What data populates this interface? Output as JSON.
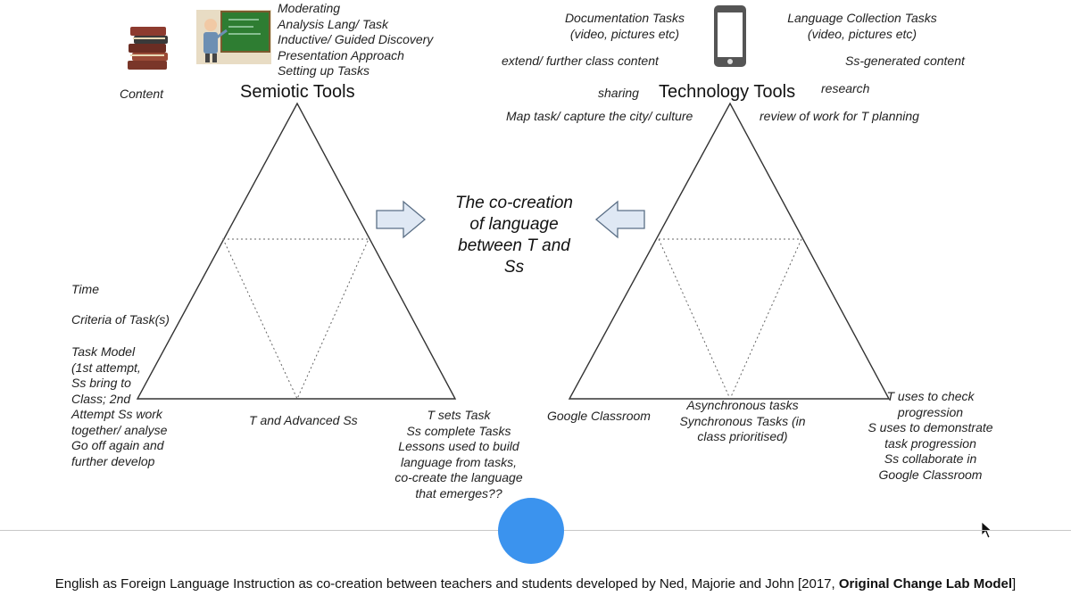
{
  "left": {
    "title": "Semiotic Tools",
    "content_label": "Content",
    "teacher_list": "Moderating\nAnalysis Lang/ Task\nInductive/ Guided Discovery\nPresentation Approach\nSetting up Tasks",
    "left_side": {
      "time": "Time",
      "criteria": "Criteria of Task(s)",
      "task_model": "Task Model\n(1st attempt,\nSs bring to\nClass; 2nd\nAttempt Ss work\ntogether/ analyse\nGo off again and\nfurther develop"
    },
    "bottom_middle": "T and Advanced Ss",
    "bottom_right": "T sets Task\nSs complete Tasks\nLessons used to build\nlanguage from tasks,\nco-create the language\nthat emerges??"
  },
  "center": {
    "text": "The co-creation\nof language\nbetween T and\nSs"
  },
  "right": {
    "title": "Technology Tools",
    "documentation": "Documentation Tasks\n(video, pictures etc)",
    "language_collection": "Language Collection Tasks\n(video, pictures etc)",
    "extend": "extend/ further class content",
    "ss_generated": "Ss-generated content",
    "sharing": "sharing",
    "research": "research",
    "map_task": "Map task/ capture the city/ culture",
    "review": "review of work for T planning",
    "google_classroom": "Google Classroom",
    "async": "Asynchronous tasks\nSynchronous Tasks (in\nclass prioritised)",
    "t_uses": "T uses to check\nprogression\nS uses to demonstrate\ntask progression\nSs collaborate in\nGoogle Classroom"
  },
  "caption": {
    "text": "English as Foreign Language Instruction as co-creation between teachers and students developed by Ned, Majorie and John [2017, ",
    "bold": "Original Change Lab Model",
    "end": "]"
  },
  "colors": {
    "arrow_fill": "#dfe8f4",
    "arrow_stroke": "#5b6f86",
    "accent_blue": "#3b93ee",
    "chalkboard": "#2e7d32"
  },
  "icons": [
    "books-icon",
    "teacher-icon",
    "smartphone-icon",
    "cursor-icon"
  ]
}
